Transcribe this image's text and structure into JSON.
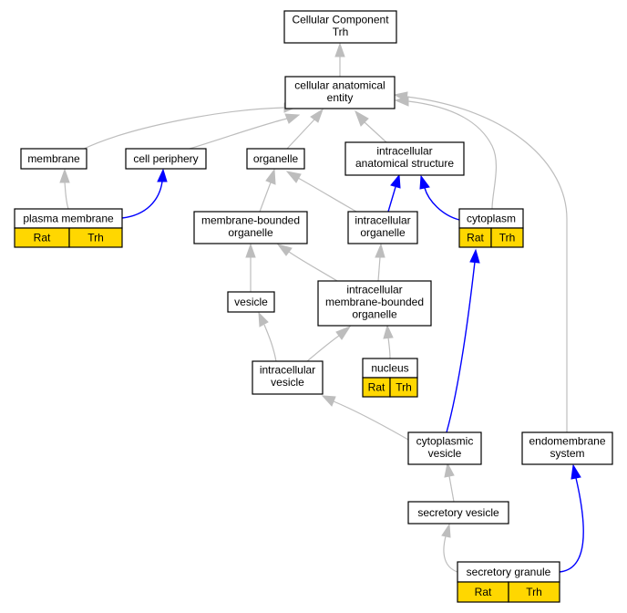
{
  "colors": {
    "node_fill": "#ffffff",
    "annotation_fill": "#ffd700",
    "is_a_edge": "#bdbdbd",
    "part_of_edge": "#0000ff"
  },
  "nodes": {
    "root": {
      "lines": [
        "Cellular Component",
        "Trh"
      ]
    },
    "cae": {
      "lines": [
        "cellular anatomical",
        "entity"
      ]
    },
    "membrane": {
      "lines": [
        "membrane"
      ]
    },
    "cellperiphery": {
      "lines": [
        "cell periphery"
      ]
    },
    "organelle": {
      "lines": [
        "organelle"
      ]
    },
    "ias": {
      "lines": [
        "intracellular",
        "anatomical structure"
      ]
    },
    "plasmamembrane": {
      "lines": [
        "plasma membrane"
      ],
      "annotations": [
        "Rat",
        "Trh"
      ]
    },
    "mbo": {
      "lines": [
        "membrane-bounded",
        "organelle"
      ]
    },
    "io": {
      "lines": [
        "intracellular",
        "organelle"
      ]
    },
    "cytoplasm": {
      "lines": [
        "cytoplasm"
      ],
      "annotations": [
        "Rat",
        "Trh"
      ]
    },
    "vesicle": {
      "lines": [
        "vesicle"
      ]
    },
    "imbo": {
      "lines": [
        "intracellular",
        "membrane-bounded",
        "organelle"
      ]
    },
    "iv": {
      "lines": [
        "intracellular",
        "vesicle"
      ]
    },
    "nucleus": {
      "lines": [
        "nucleus"
      ],
      "annotations": [
        "Rat",
        "Trh"
      ]
    },
    "cv": {
      "lines": [
        "cytoplasmic",
        "vesicle"
      ]
    },
    "endo": {
      "lines": [
        "endomembrane",
        "system"
      ]
    },
    "sv": {
      "lines": [
        "secretory vesicle"
      ]
    },
    "sg": {
      "lines": [
        "secretory granule"
      ],
      "annotations": [
        "Rat",
        "Trh"
      ]
    }
  }
}
